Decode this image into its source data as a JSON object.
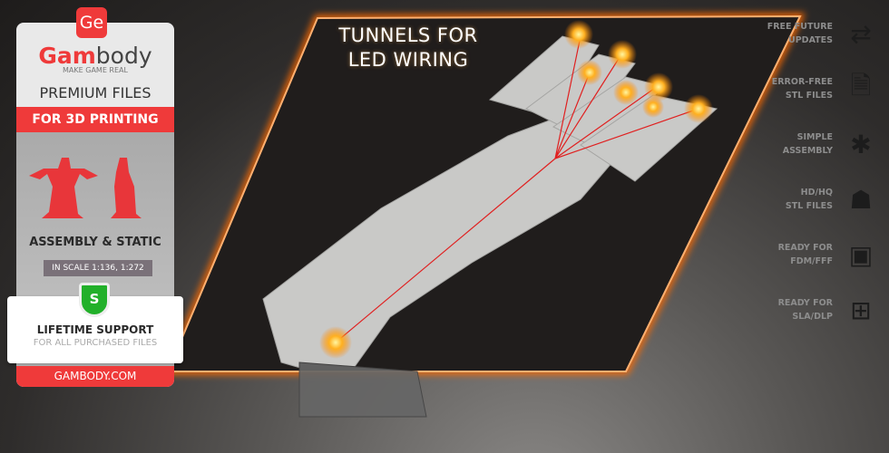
{
  "headline": {
    "line1": "TUNNELS FOR",
    "line2": "LED WIRING"
  },
  "card": {
    "logo_badge": "Ge",
    "brand_red": "Gam",
    "brand_grey": "body",
    "tagline": "MAKE GAME REAL",
    "premium": "PREMIUM FILES",
    "for_printing": "FOR 3D PRINTING",
    "assembly": "ASSEMBLY & STATIC",
    "scale": "IN SCALE 1:136, 1:272",
    "shield_letter": "S",
    "support_title": "LIFETIME SUPPORT",
    "support_sub": "FOR ALL PURCHASED FILES",
    "site": "GAMBODY.COM"
  },
  "features": [
    {
      "line1": "FREE FUTURE",
      "line2": "UPDATES",
      "icon": "updates-icon"
    },
    {
      "line1": "ERROR-FREE",
      "line2": "STL FILES",
      "icon": "file-check-icon"
    },
    {
      "line1": "SIMPLE",
      "line2": "ASSEMBLY",
      "icon": "puzzle-icon"
    },
    {
      "line1": "HD/HQ",
      "line2": "STL FILES",
      "icon": "hero-icon"
    },
    {
      "line1": "READY FOR",
      "line2": "FDM/FFF",
      "icon": "fdm-printer-icon"
    },
    {
      "line1": "READY FOR",
      "line2": "SLA/DLP",
      "icon": "sla-printer-icon"
    }
  ],
  "colors": {
    "brand": "#ef3a3a",
    "glow": "#ff6a00",
    "shield": "#22b02a"
  }
}
